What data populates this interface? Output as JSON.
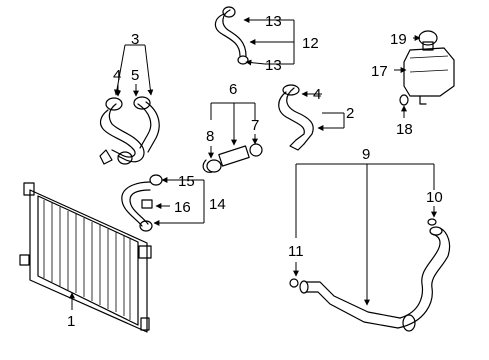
{
  "diagram": {
    "callouts": {
      "c1": "1",
      "c2": "2",
      "c3": "3",
      "c4a": "4",
      "c4b": "4",
      "c5": "5",
      "c6": "6",
      "c7": "7",
      "c8": "8",
      "c9": "9",
      "c10": "10",
      "c11": "11",
      "c12": "12",
      "c13a": "13",
      "c13b": "13",
      "c14": "14",
      "c15": "15",
      "c16": "16",
      "c17": "17",
      "c18": "18",
      "c19": "19"
    }
  }
}
